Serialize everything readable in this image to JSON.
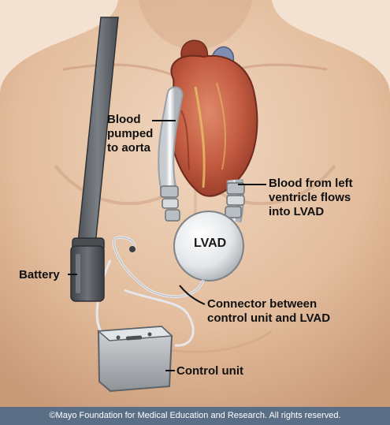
{
  "diagram": {
    "labels": {
      "aorta": [
        "Blood",
        "pumped",
        "to aorta"
      ],
      "ventricle": [
        "Blood from left",
        "ventricle flows",
        "into LVAD"
      ],
      "lvad": "LVAD",
      "battery": "Battery",
      "connector": [
        "Connector between",
        "control unit and LVAD"
      ],
      "control_unit": "Control unit"
    },
    "copyright": "©Mayo Foundation for Medical Education and Research.  All rights reserved."
  },
  "colors": {
    "skin": "#e6c2a4",
    "heart": "#b24a36",
    "device_metal": "#cfd3d6",
    "banner": "#5a6f86"
  }
}
